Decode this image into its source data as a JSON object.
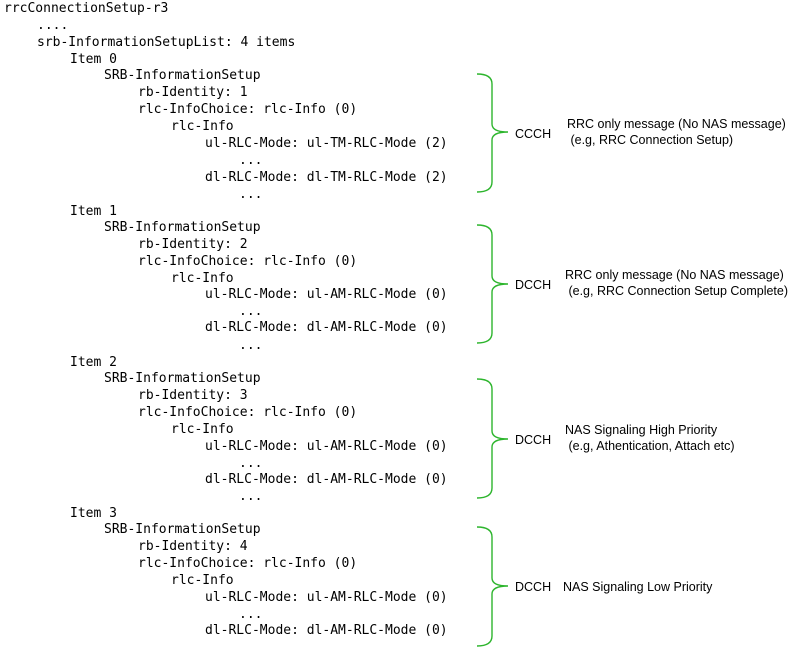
{
  "tree": {
    "root": "rrcConnectionSetup-r3",
    "dots_top": "....",
    "list": "srb-InformationSetupList: 4 items",
    "items": [
      {
        "item": "Item 0",
        "setup": "SRB-InformationSetup",
        "rb_identity": "rb-Identity: 1",
        "rlc_choice": "rlc-InfoChoice: rlc-Info (0)",
        "rlc_info": "rlc-Info",
        "ul_mode": "ul-RLC-Mode: ul-TM-RLC-Mode (2)",
        "dots_1": "...",
        "dl_mode": "dl-RLC-Mode: dl-TM-RLC-Mode (2)",
        "dots_2": "..."
      },
      {
        "item": "Item 1",
        "setup": "SRB-InformationSetup",
        "rb_identity": "rb-Identity: 2",
        "rlc_choice": "rlc-InfoChoice: rlc-Info (0)",
        "rlc_info": "rlc-Info",
        "ul_mode": "ul-RLC-Mode: ul-AM-RLC-Mode (0)",
        "dots_1": "...",
        "dl_mode": "dl-RLC-Mode: dl-AM-RLC-Mode (0)",
        "dots_2": "..."
      },
      {
        "item": "Item 2",
        "setup": "SRB-InformationSetup",
        "rb_identity": "rb-Identity: 3",
        "rlc_choice": "rlc-InfoChoice: rlc-Info (0)",
        "rlc_info": "rlc-Info",
        "ul_mode": "ul-RLC-Mode: ul-AM-RLC-Mode (0)",
        "dots_1": "...",
        "dl_mode": "dl-RLC-Mode: dl-AM-RLC-Mode (0)",
        "dots_2": "..."
      },
      {
        "item": "Item 3",
        "setup": "SRB-InformationSetup",
        "rb_identity": "rb-Identity: 4",
        "rlc_choice": "rlc-InfoChoice: rlc-Info (0)",
        "rlc_info": "rlc-Info",
        "ul_mode": "ul-RLC-Mode: ul-AM-RLC-Mode (0)",
        "dots_1": "...",
        "dl_mode": "dl-RLC-Mode: dl-AM-RLC-Mode (0)",
        "dots_2": ""
      }
    ]
  },
  "annotations": [
    {
      "channel": "CCCH",
      "line1": "RRC only message (No NAS message)",
      "line2": " (e.g, RRC Connection Setup)"
    },
    {
      "channel": "DCCH",
      "line1": "RRC only message (No NAS message)",
      "line2": " (e.g, RRC Connection Setup Complete)"
    },
    {
      "channel": "DCCH",
      "line1": "NAS Signaling High Priority",
      "line2": " (e.g, Athentication, Attach etc)"
    },
    {
      "channel": "DCCH",
      "line1": "NAS Signaling Low Priority",
      "line2": ""
    }
  ],
  "colors": {
    "bracket": "#2db52d",
    "text": "#000000",
    "background": "#ffffff"
  }
}
